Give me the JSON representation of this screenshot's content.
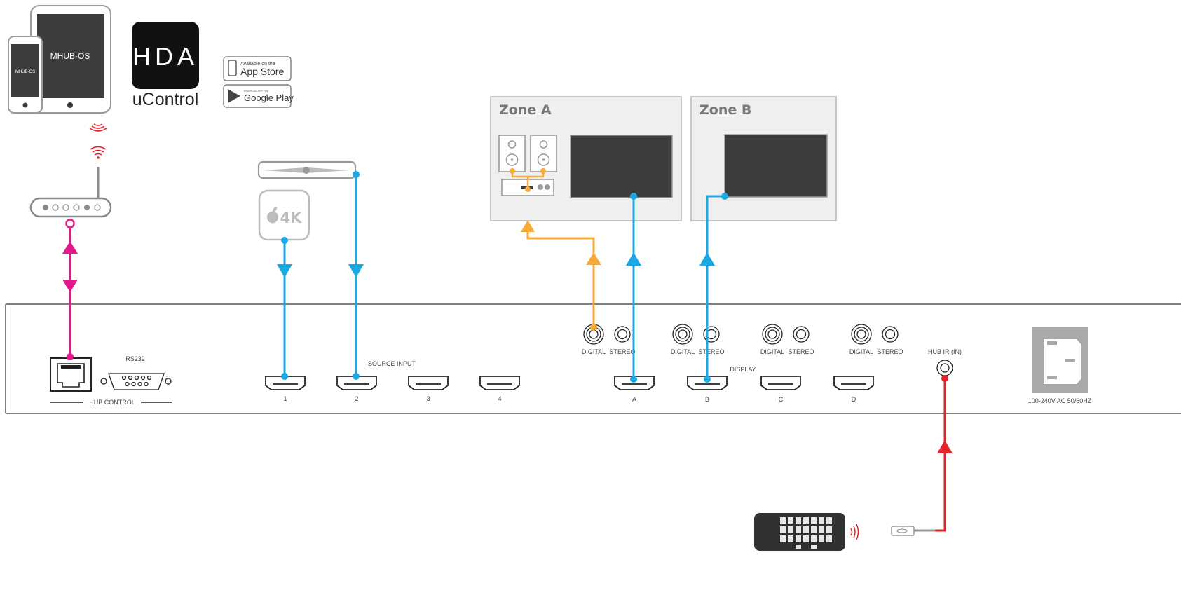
{
  "app": {
    "tablet_label": "MHUB-OS",
    "phone_label": "MHUB-OS",
    "hda_logo": "HDA",
    "ucontrol_label": "uControl",
    "app_store_small": "Available on the",
    "app_store_big": "App Store",
    "google_play_small": "ANDROID APP ON",
    "google_play_big": "Google Play"
  },
  "source": {
    "apple_tv_badge": "4K"
  },
  "zones": {
    "zone_a": "Zone A",
    "zone_b": "Zone B"
  },
  "hub": {
    "rs232_label": "RS232",
    "hub_control_label": "HUB CONTROL",
    "source_input_label": "SOURCE INPUT",
    "inputs": [
      "1",
      "2",
      "3",
      "4"
    ],
    "display_label": "DISPLAY",
    "outputs": [
      "A",
      "B",
      "C",
      "D"
    ],
    "digital_label": "DIGITAL",
    "stereo_label": "STEREO",
    "hub_ir_label": "HUB IR (IN)",
    "power_label": "100-240V AC 50/60HZ"
  },
  "colors": {
    "network": "#e6178b",
    "video": "#1aa9e3",
    "audio": "#f5ab35",
    "ir": "#e4232b",
    "device_dark": "#3a3c3e",
    "zone_bg": "#efefef"
  }
}
